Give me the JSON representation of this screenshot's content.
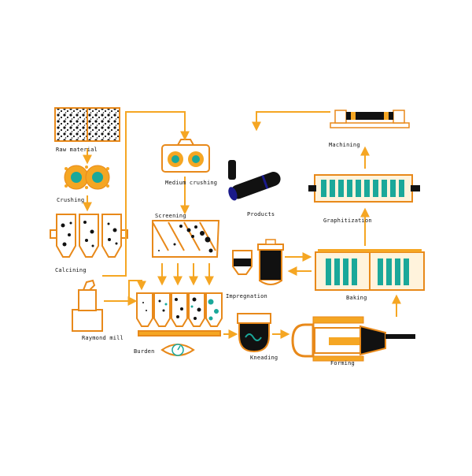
{
  "diagram": {
    "stages": {
      "raw_material": "Raw material",
      "crushing": "Crushing",
      "calcining": "Calcining",
      "raymond_mill": "Raymond mill",
      "medium_crushing": "Medium crushing",
      "screening": "Screening",
      "burden": "Burden",
      "kneading": "Kneading",
      "forming": "Forming",
      "baking": "Baking",
      "impregnation": "Impregnation",
      "graphitization": "Graphitization",
      "machining": "Machining",
      "products": "Products"
    },
    "colors": {
      "flow": "#f5a623",
      "outline": "#e8891a",
      "teal": "#1aa89a",
      "dark": "#111111",
      "cream": "#fff3dc"
    },
    "icons": [
      "ore-bin",
      "roller-crusher",
      "silo",
      "mill",
      "screen",
      "hopper",
      "mixer",
      "press",
      "furnace",
      "impregnation-tank",
      "lathe",
      "electrode"
    ]
  }
}
